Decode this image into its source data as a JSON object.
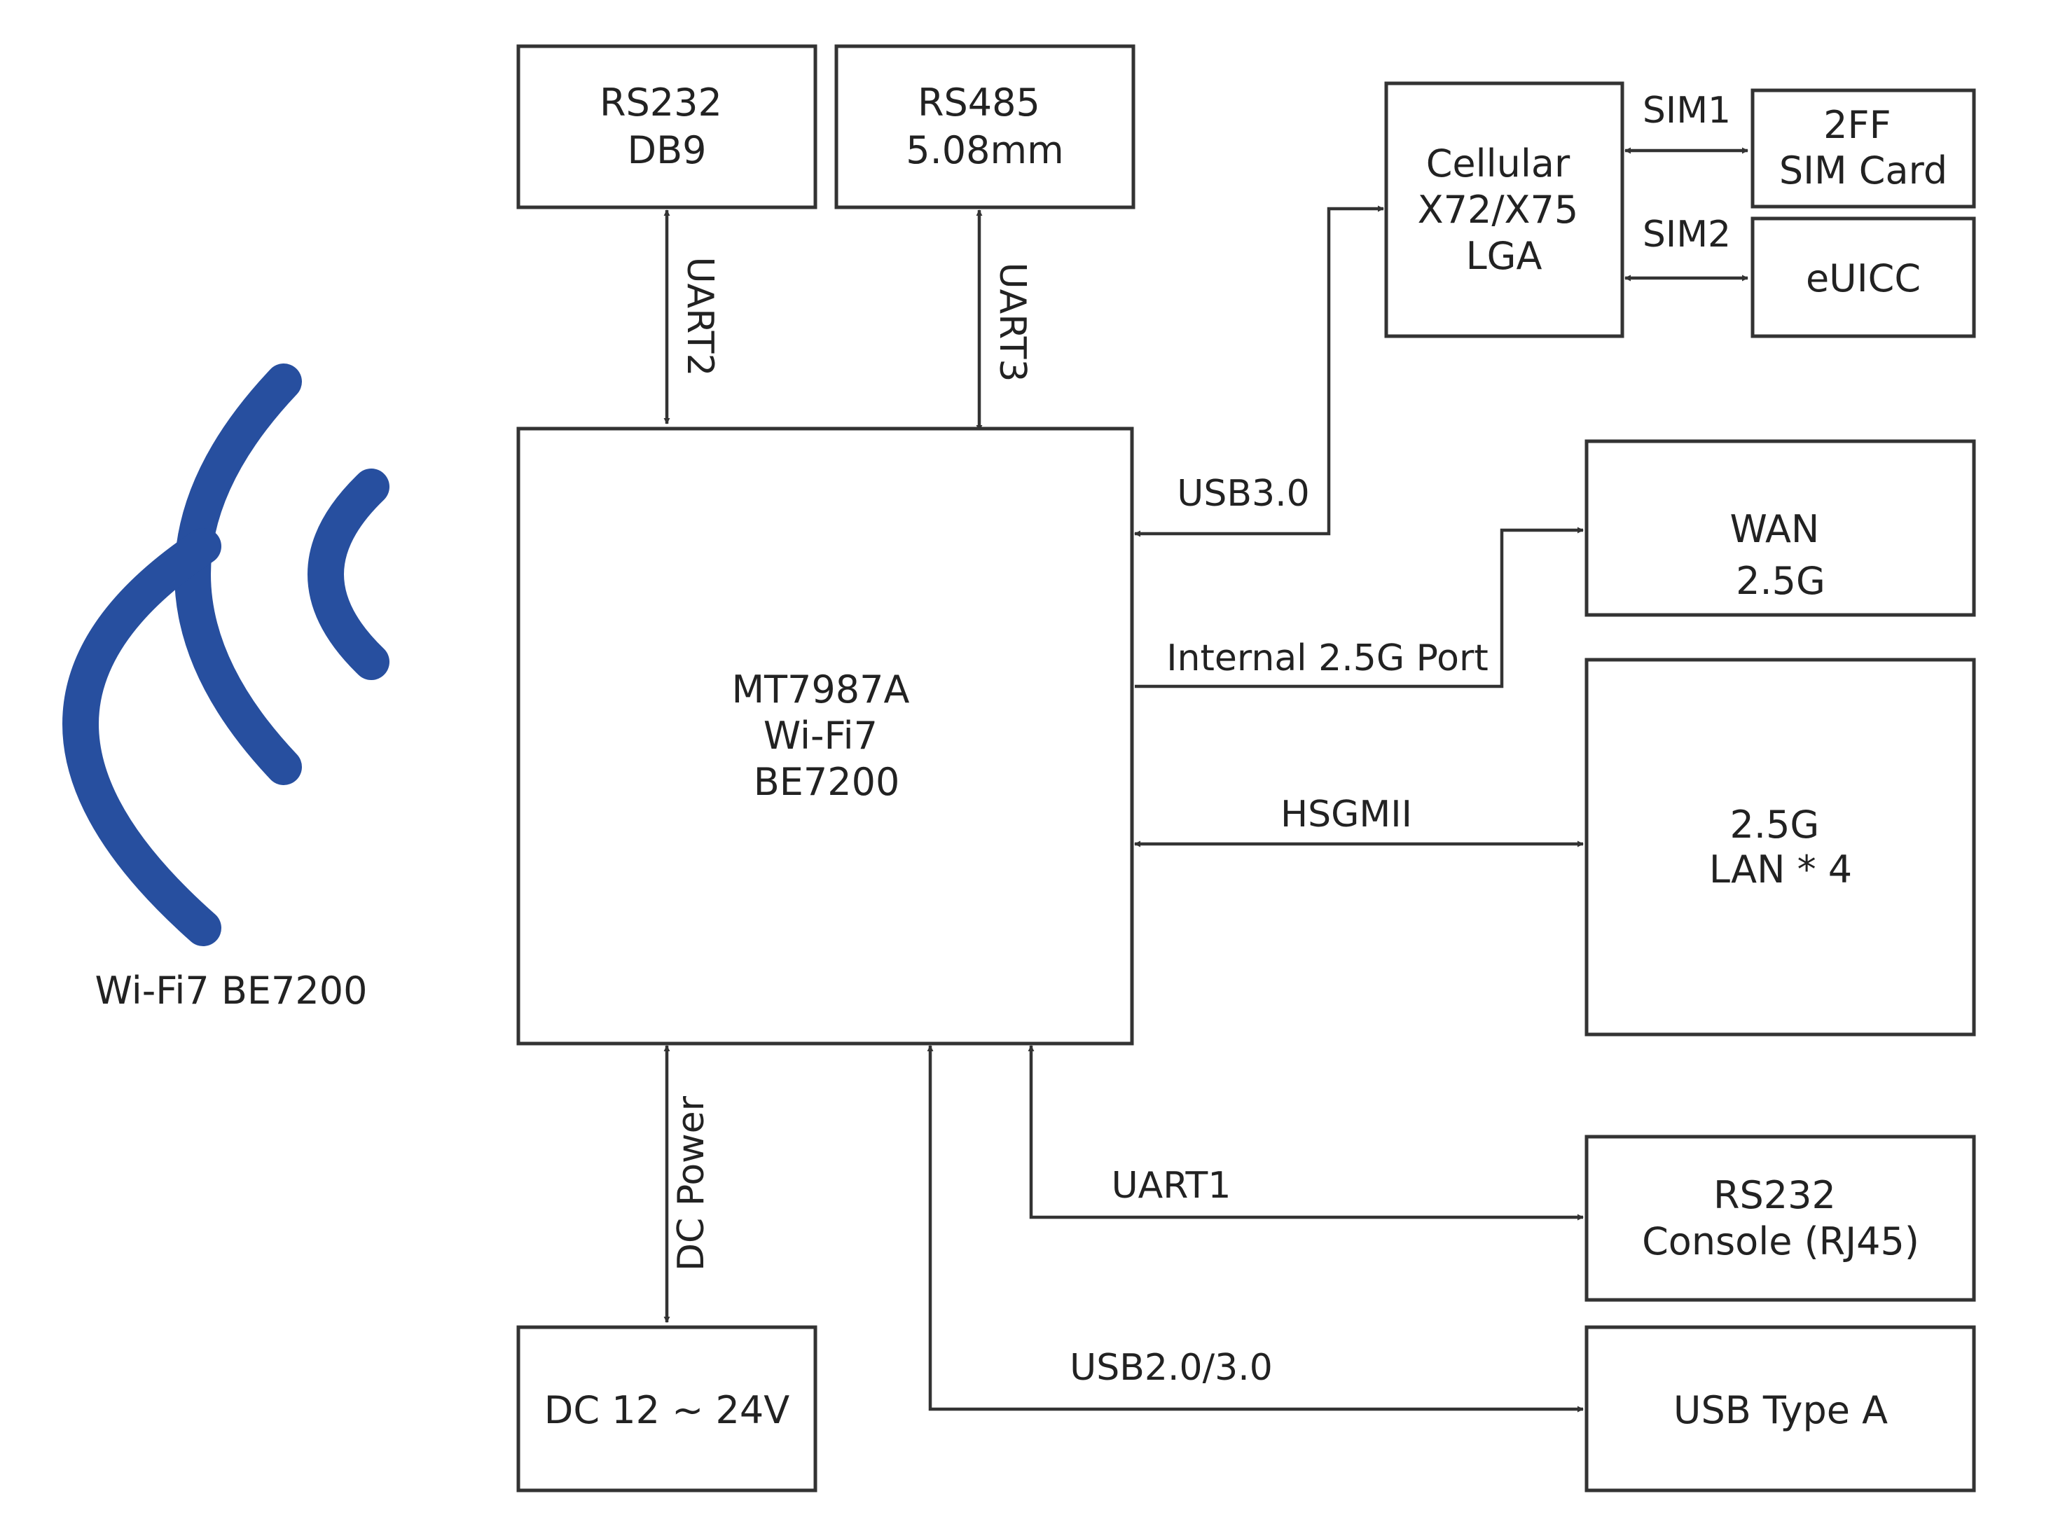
{
  "colors": {
    "line": "#333333",
    "text": "#222222",
    "wifi_icon": "#274f9f",
    "background": "#ffffff"
  },
  "wifi_icon": {
    "icon": "wifi-signal-icon",
    "caption": "Wi-Fi7 BE7200"
  },
  "blocks": {
    "rs232_db9": [
      "RS232",
      "DB9"
    ],
    "rs485": [
      "RS485",
      "5.08mm"
    ],
    "cellular": [
      "Cellular",
      "X72/X75",
      "LGA"
    ],
    "sim_card": [
      "2FF",
      "SIM Card"
    ],
    "euicc": [
      "eUICC"
    ],
    "soc": [
      "MT7987A",
      "Wi-Fi7",
      "BE7200"
    ],
    "wan": [
      "WAN",
      "2.5G"
    ],
    "lan": [
      "2.5G",
      "LAN * 4"
    ],
    "console": [
      "RS232",
      "Console (RJ45)"
    ],
    "usb_a": [
      "USB Type A"
    ],
    "dc_power": [
      "DC 12 ~ 24V"
    ]
  },
  "links": {
    "uart2": "UART2",
    "uart3": "UART3",
    "sim1": "SIM1",
    "sim2": "SIM2",
    "usb3": "USB3.0",
    "internal_port": "Internal 2.5G Port",
    "hsgmii": "HSGMII",
    "dc_power": "DC Power",
    "uart1": "UART1",
    "usb23": "USB2.0/3.0"
  }
}
